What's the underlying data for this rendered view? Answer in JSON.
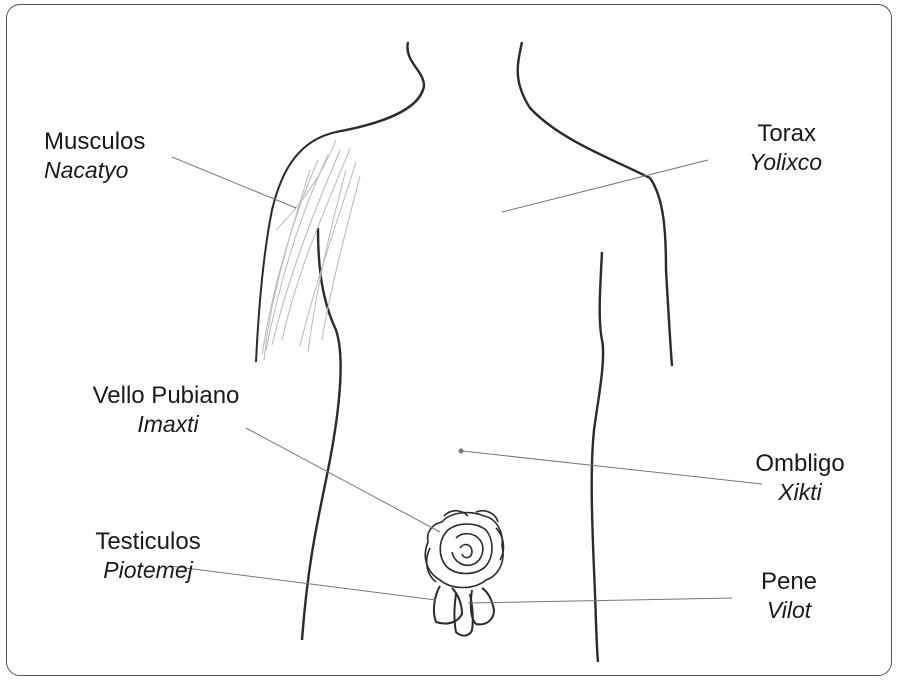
{
  "labels": {
    "musculos": {
      "es": "Musculos",
      "nah": "Nacatyo"
    },
    "torax": {
      "es": "Torax",
      "nah": "Yolixco"
    },
    "vello": {
      "es": "Vello Pubiano",
      "nah": "Imaxti"
    },
    "ombligo": {
      "es": "Ombligo",
      "nah": "Xikti"
    },
    "testiculos": {
      "es": "Testiculos",
      "nah": "Piotemej"
    },
    "pene": {
      "es": "Pene",
      "nah": "Vilot"
    }
  },
  "colors": {
    "outline": "#2b2b2b",
    "leader": "#777777",
    "hair": "#b8b8b8",
    "text": "#1a1a1a"
  }
}
